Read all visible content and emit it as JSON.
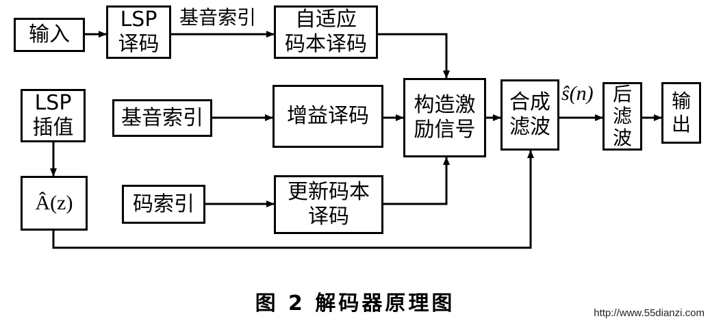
{
  "blocks": {
    "input": "输入",
    "lsp_decode": "LSP\n译码",
    "adaptive_codebook_decode": "自适应\n码本译码",
    "lsp_interp": "LSP\n插值",
    "pitch_index_box": "基音索引",
    "gain_decode": "增益译码",
    "build_excitation": "构造激\n励信号",
    "synth_filter": "合成\n滤波",
    "post_filter": "后\n滤\n波",
    "output": "输\n出",
    "a_z": "Â(z)",
    "code_index_box": "码索引",
    "update_codebook_decode": "更新码本\n译码"
  },
  "labels": {
    "pitch_index_top": "基音索引",
    "s_hat_n": "ŝ(n)"
  },
  "caption": "图 2  解码器原理图",
  "watermark": "http://www.55dianzi.com"
}
